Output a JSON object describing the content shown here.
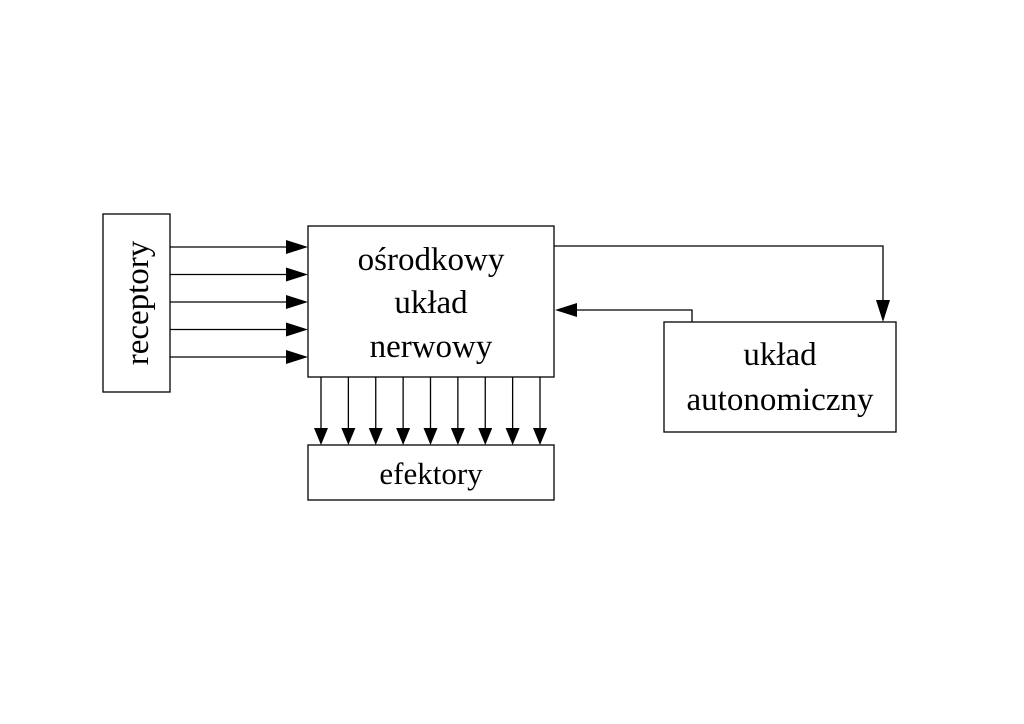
{
  "diagram": {
    "nodes": {
      "receptors": {
        "label": "receptory"
      },
      "cns": {
        "lines": [
          "ośrodkowy",
          "układ",
          "nerwowy"
        ]
      },
      "effectors": {
        "label": "efektory"
      },
      "autonomic": {
        "lines": [
          "układ",
          "autonomiczny"
        ]
      }
    },
    "edges": [
      {
        "from": "receptors",
        "to": "cns",
        "count": 5
      },
      {
        "from": "cns",
        "to": "effectors",
        "count": 9
      },
      {
        "from": "cns",
        "to": "autonomic",
        "count": 1
      },
      {
        "from": "autonomic",
        "to": "cns",
        "count": 1
      }
    ],
    "colors": {
      "stroke": "#000000",
      "background": "#ffffff"
    }
  }
}
